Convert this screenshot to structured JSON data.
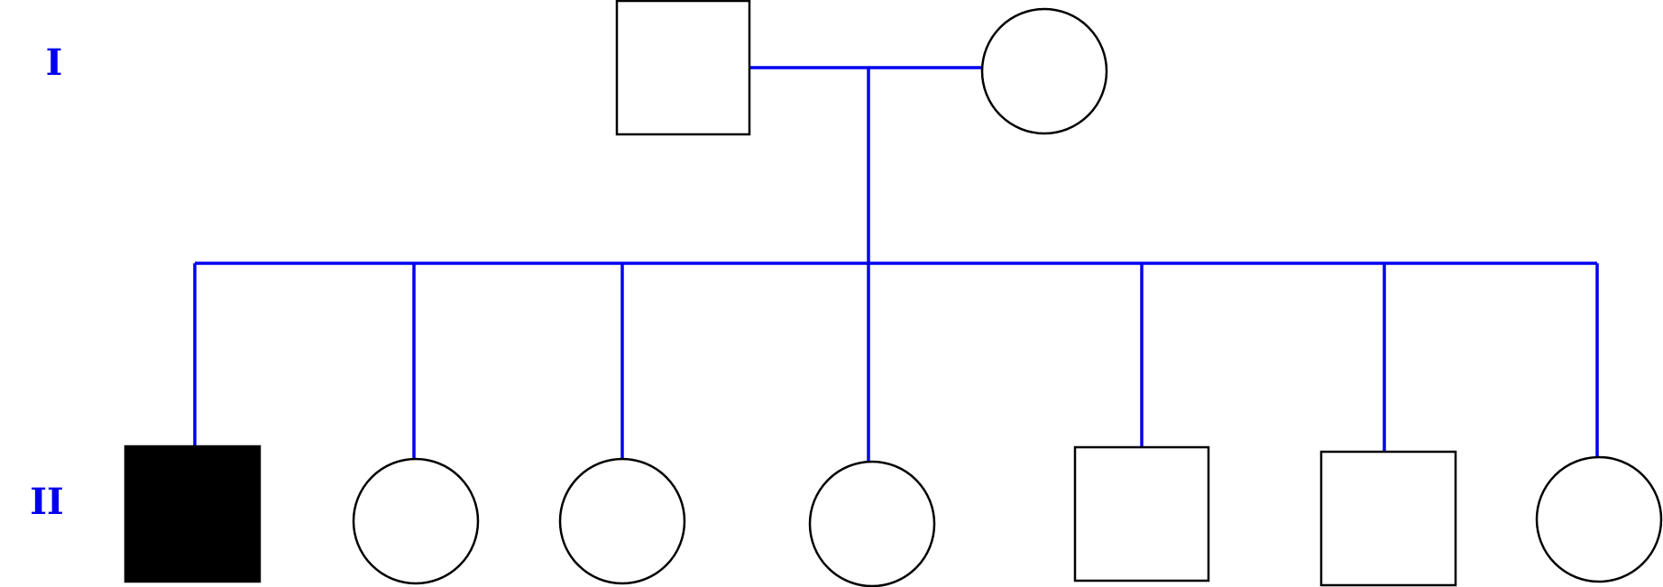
{
  "pedigree": {
    "generations": [
      {
        "label": "I"
      },
      {
        "label": "II"
      }
    ],
    "individuals": [
      {
        "id": "I-1",
        "sex": "male",
        "affected": false
      },
      {
        "id": "I-2",
        "sex": "female",
        "affected": false
      },
      {
        "id": "II-1",
        "sex": "male",
        "affected": true
      },
      {
        "id": "II-2",
        "sex": "female",
        "affected": false
      },
      {
        "id": "II-3",
        "sex": "female",
        "affected": false
      },
      {
        "id": "II-4",
        "sex": "female",
        "affected": false
      },
      {
        "id": "II-5",
        "sex": "male",
        "affected": false
      },
      {
        "id": "II-6",
        "sex": "male",
        "affected": false
      },
      {
        "id": "II-7",
        "sex": "female",
        "affected": false
      }
    ],
    "colors": {
      "line": "#0000ee",
      "label": "#0000ee",
      "outline": "#000000",
      "affected_fill": "#000000",
      "unaffected_fill": "#ffffff"
    }
  }
}
